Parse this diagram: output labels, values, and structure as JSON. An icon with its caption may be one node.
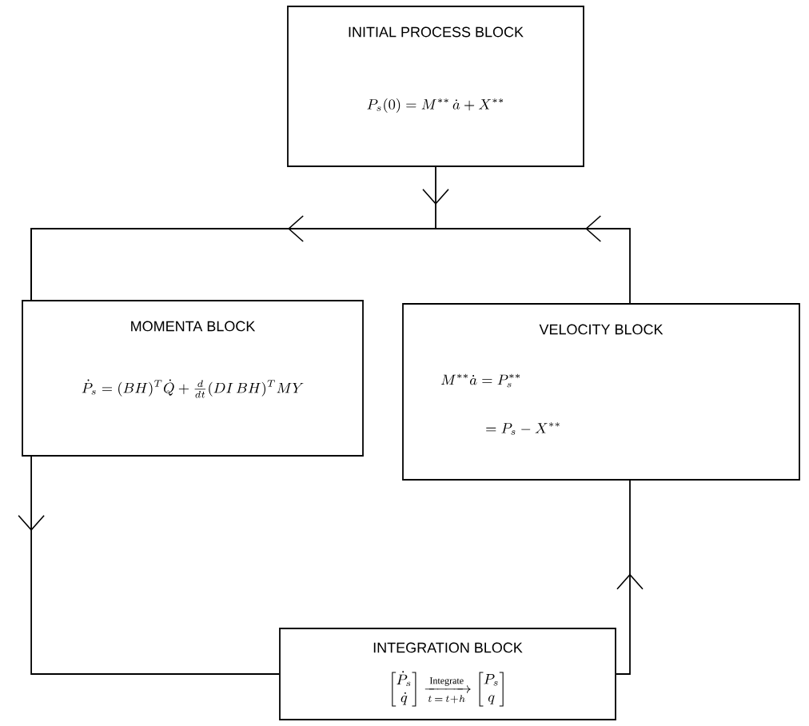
{
  "diagram": {
    "nodes": [
      {
        "text": [
          "INITIAL PROCESS BLOCK",
          "P_s(0) = M^{**}\\,\\dot{a} + X^{**}"
        ]
      },
      {
        "text": [
          "MOMENTA BLOCK",
          "\\dot{P}_s = (BH)^{T}\\dot{Q} + \\frac{d}{dt}(DI\\,BH)^{T}MY"
        ]
      },
      {
        "text": [
          "VELOCITY BLOCK",
          "M^{**}\\dot{a} = P_s^{**}",
          "= P_s - X^{**}"
        ]
      },
      {
        "text": [
          "INTEGRATION BLOCK",
          "\\begin{bmatrix}\\dot{P}_s\\\\ \\dot{q}\\end{bmatrix} \\xrightarrow[t\\,=\\,t+h]{\\mathrm{Integrate}} \\begin{bmatrix}P_s\\\\ q\\end{bmatrix}"
        ]
      }
    ],
    "edges": [
      {
        "from": 0,
        "to": 1,
        "arrow": "to"
      },
      {
        "from": 2,
        "to": 1,
        "arrow": "to"
      },
      {
        "from": 1,
        "to": 3,
        "arrow": "to"
      },
      {
        "from": 3,
        "to": 2,
        "arrow": "to"
      }
    ]
  }
}
